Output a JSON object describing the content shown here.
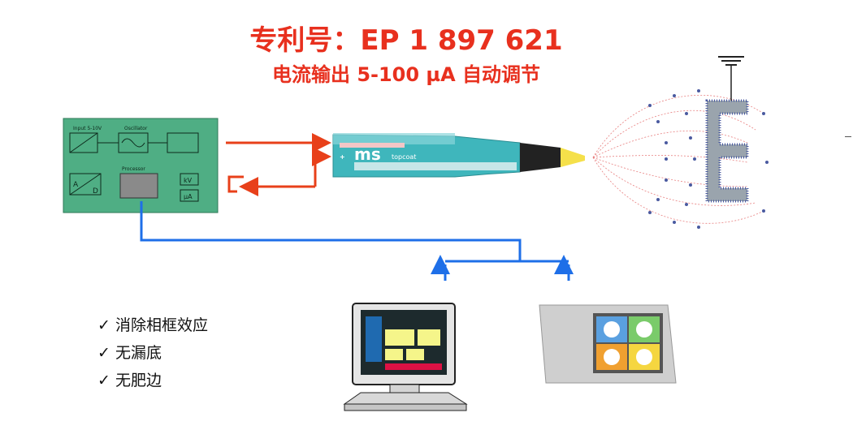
{
  "title": {
    "line1": "专利号：EP 1 897 621",
    "line2": "电流输出 5-100 µA 自动调节"
  },
  "controller": {
    "input_label": "Input 5-10V",
    "oscillator_label": "Oscillator",
    "processor_label": "Processor",
    "a_label": "A",
    "d_label": "D",
    "kv_label": "kV",
    "ua_label": "µA"
  },
  "probe": {
    "brand": "ms",
    "subbrand": "topcoat"
  },
  "checklist": {
    "item1": "✓ 消除相框效应",
    "item2": "✓ 无漏底",
    "item3": "✓ 无肥边"
  },
  "colors": {
    "title": "#e8301e",
    "signal_arrows": "#e8401a",
    "data_link": "#1e6fe8",
    "board": "#4fae84",
    "probe": "#3fb6bc"
  }
}
